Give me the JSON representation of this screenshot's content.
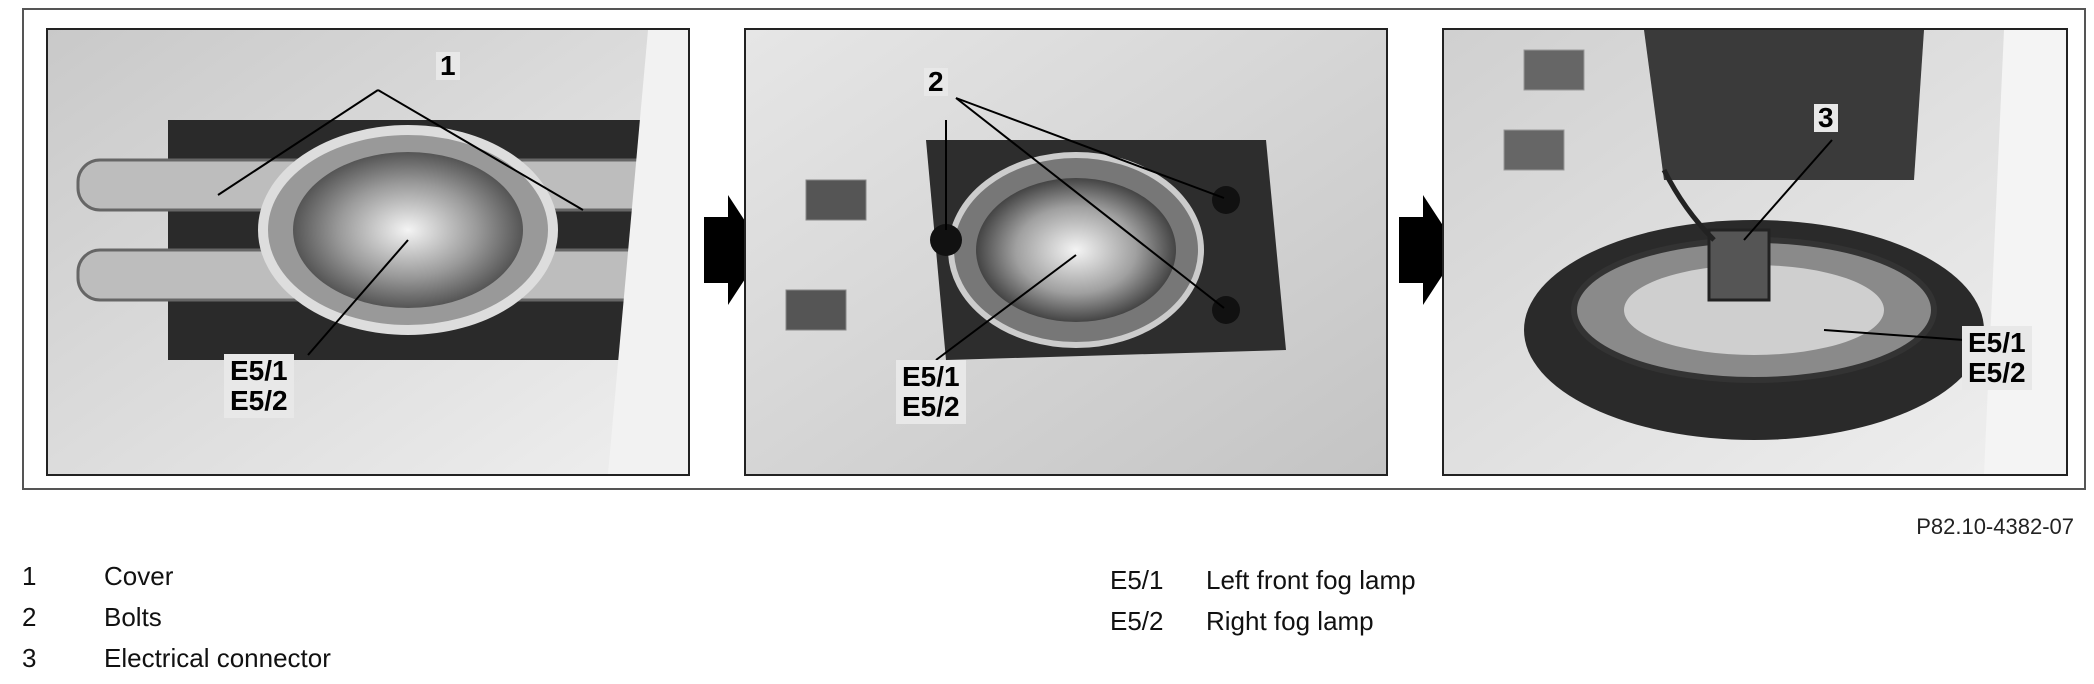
{
  "figure": {
    "code": "P82.10-4382-07",
    "panel1": {
      "callout_number": "1",
      "callout_lamp": [
        "E5/1",
        "E5/2"
      ]
    },
    "panel2": {
      "callout_number": "2",
      "callout_lamp": [
        "E5/1",
        "E5/2"
      ]
    },
    "panel3": {
      "callout_number": "3",
      "callout_lamp": [
        "E5/1",
        "E5/2"
      ]
    }
  },
  "legend": {
    "left": [
      {
        "key": "1",
        "text": "Cover"
      },
      {
        "key": "2",
        "text": "Bolts"
      },
      {
        "key": "3",
        "text": "Electrical connector"
      }
    ],
    "right": [
      {
        "key": "E5/1",
        "text": "Left front fog lamp"
      },
      {
        "key": "E5/2",
        "text": "Right fog lamp"
      }
    ]
  }
}
